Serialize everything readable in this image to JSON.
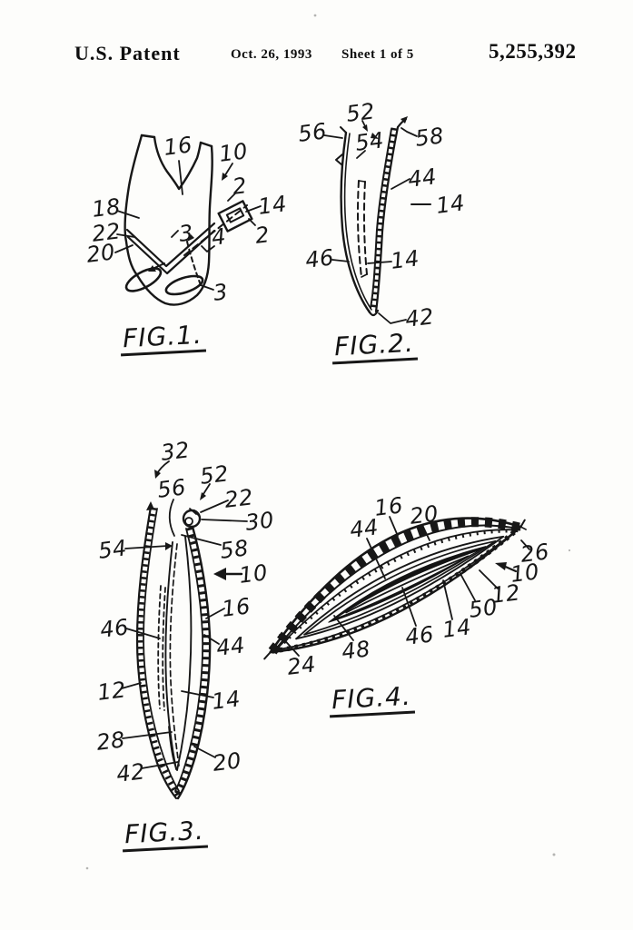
{
  "header": {
    "title": "U.S. Patent",
    "date": "Oct. 26, 1993",
    "sheet": "Sheet 1 of 5",
    "patent_number": "5,255,392"
  },
  "figures": {
    "fig1": {
      "caption": "FIG.1.",
      "labels": [
        "16",
        "10",
        "2",
        "14",
        "2",
        "18",
        "22",
        "20",
        "3",
        "4",
        "3"
      ]
    },
    "fig2": {
      "caption": "FIG.2.",
      "labels": [
        "52",
        "56",
        "54",
        "58",
        "44",
        "14",
        "46",
        "14",
        "42"
      ]
    },
    "fig3": {
      "caption": "FIG.3.",
      "labels": [
        "32",
        "56",
        "52",
        "22",
        "30",
        "54",
        "58",
        "10",
        "16",
        "46",
        "44",
        "12",
        "14",
        "28",
        "42",
        "20"
      ]
    },
    "fig4": {
      "caption": "FIG.4.",
      "labels": [
        "16",
        "20",
        "44",
        "26",
        "10",
        "12",
        "50",
        "14",
        "46",
        "48",
        "24"
      ]
    }
  }
}
